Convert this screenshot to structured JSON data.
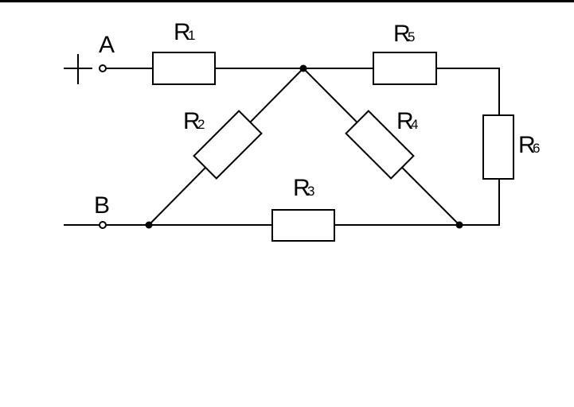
{
  "diagram": {
    "type": "electrical circuit schematic",
    "terminals": [
      {
        "id": "A",
        "label": "A",
        "polarity": "+"
      },
      {
        "id": "B",
        "label": "B"
      }
    ],
    "resistors": [
      {
        "id": "R1",
        "letter": "R",
        "index": "1"
      },
      {
        "id": "R2",
        "letter": "R",
        "index": "2"
      },
      {
        "id": "R3",
        "letter": "R",
        "index": "3"
      },
      {
        "id": "R4",
        "letter": "R",
        "index": "4"
      },
      {
        "id": "R5",
        "letter": "R",
        "index": "5"
      },
      {
        "id": "R6",
        "letter": "R",
        "index": "6"
      }
    ],
    "connections": [
      "A - R1 - top node",
      "top node - R5 - R6 - right node",
      "top node - R2 - left node",
      "top node - R4 - right node",
      "left node - R3 - right node",
      "B - left node"
    ],
    "colors": {
      "line": "#000000",
      "background": "#ffffff"
    }
  }
}
